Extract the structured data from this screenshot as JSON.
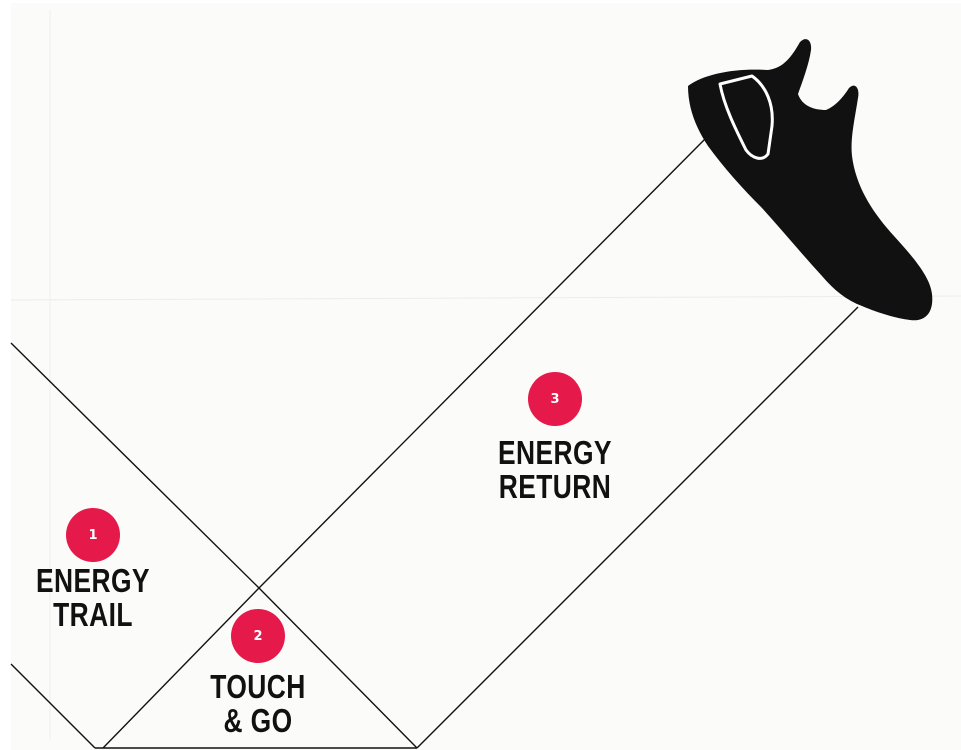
{
  "steps": [
    {
      "number": "1",
      "line1": "ENERGY",
      "line2": "TRAIL"
    },
    {
      "number": "2",
      "line1": "TOUCH",
      "line2": "& GO"
    },
    {
      "number": "3",
      "line1": "ENERGY",
      "line2": "RETURN"
    }
  ],
  "colors": {
    "accent": "#e6194b",
    "ink": "#111111",
    "paper": "#fbfbfa"
  },
  "icons": {
    "shoe": "running-shoe-icon"
  }
}
